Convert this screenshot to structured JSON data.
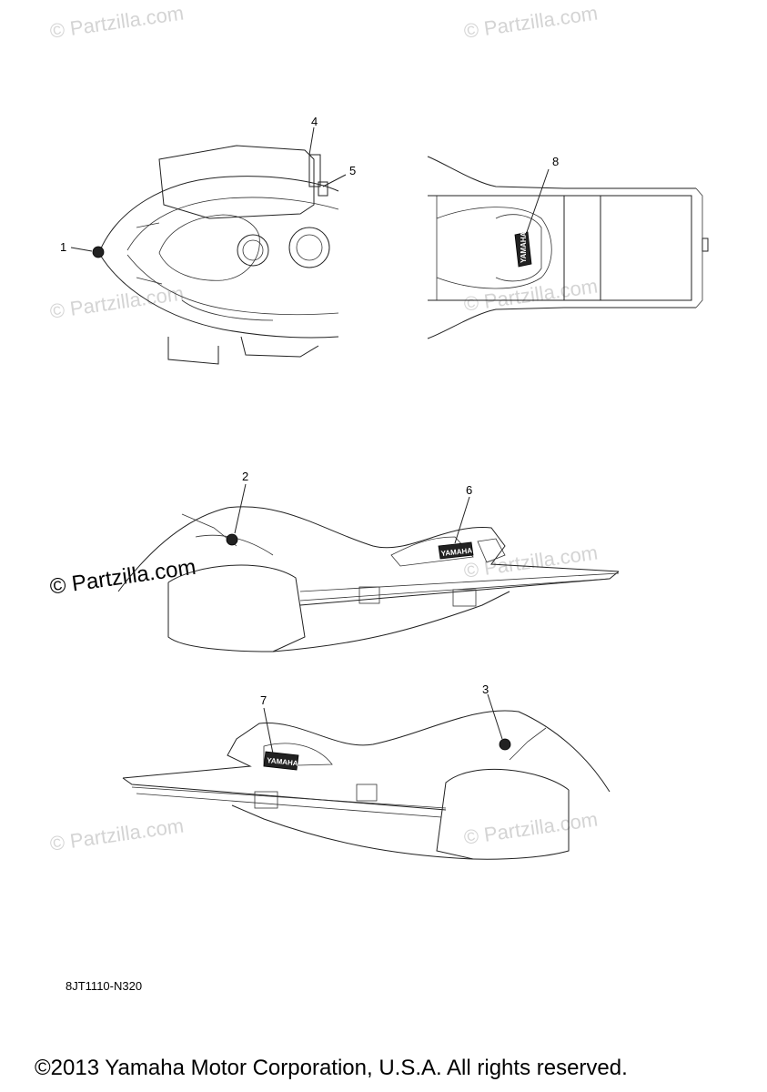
{
  "watermarks": [
    "© Partzilla.com",
    "© Partzilla.com",
    "© Partzilla.com",
    "© Partzilla.com",
    "© Partzilla.com",
    "© Partzilla.com",
    "© Partzilla.com",
    "© Partzilla.com"
  ],
  "callouts": [
    "1",
    "2",
    "3",
    "4",
    "5",
    "6",
    "7",
    "8"
  ],
  "decal_text": "YAMAHA",
  "diagram_code": "8JT1110-N320",
  "copyright": "©2013 Yamaha Motor Corporation, U.S.A. All rights reserved."
}
